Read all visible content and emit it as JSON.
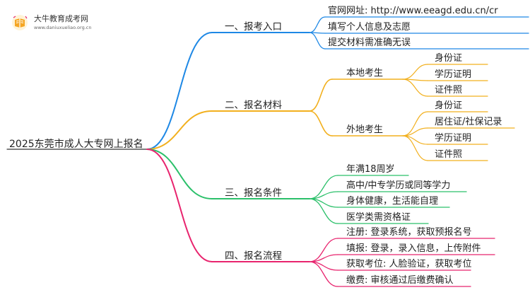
{
  "logo": {
    "title": "大牛教育成考网",
    "subtitle": "www.daniuxueliao.org.cn"
  },
  "colors": {
    "blue": "#1E88E5",
    "orange": "#F2B01E",
    "green": "#2BC06A",
    "pink": "#E8246E"
  },
  "root": "2025东莞市成人大专网上报名",
  "branches": [
    {
      "label": "一、报考入口",
      "color_key": "blue",
      "items": [
        "官网网址: http://www.eeagd.edu.cn/cr",
        "填写个人信息及志愿",
        "提交材料需准确无误"
      ]
    },
    {
      "label": "二、报名材料",
      "color_key": "orange",
      "groups": [
        {
          "label": "本地考生",
          "items": [
            "身份证",
            "学历证明",
            "证件照"
          ]
        },
        {
          "label": "外地考生",
          "items": [
            "身份证",
            "居住证/社保记录",
            "学历证明",
            "证件照"
          ]
        }
      ]
    },
    {
      "label": "三、报名条件",
      "color_key": "green",
      "items": [
        "年满18周岁",
        "高中/中专学历或同等学力",
        "身体健康，生活能自理",
        "医学类需资格证"
      ]
    },
    {
      "label": "四、报名流程",
      "color_key": "pink",
      "items": [
        "注册: 登录系统，获取预报名号",
        "填报: 登录，录入信息，上传附件",
        "获取考位: 人脸验证，获取考位",
        "缴费: 审核通过后缴费确认"
      ]
    }
  ]
}
